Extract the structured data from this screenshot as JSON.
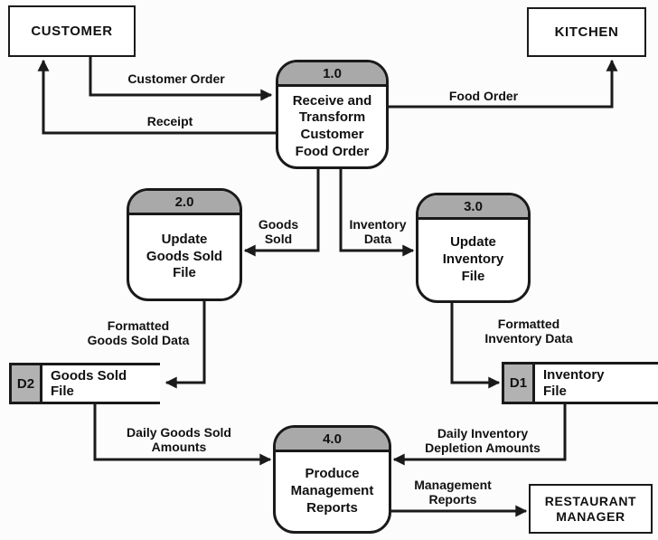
{
  "colors": {
    "line": "#1a1a1a",
    "process_header_gray": "#a9a9a9",
    "store_tag_gray": "#b2b2b2",
    "box_fill": "#ffffff",
    "background": "#fcfcfc"
  },
  "entities": [
    {
      "id": "customer",
      "label": "CUSTOMER"
    },
    {
      "id": "kitchen",
      "label": "KITCHEN"
    },
    {
      "id": "restaurant-manager",
      "label": [
        "RESTAURANT",
        "MANAGER"
      ]
    }
  ],
  "processes": [
    {
      "number": "1.0",
      "name": [
        "Receive and",
        "Transform",
        "Customer",
        "Food Order"
      ]
    },
    {
      "number": "2.0",
      "name": [
        "Update",
        "Goods Sold",
        "File"
      ]
    },
    {
      "number": "3.0",
      "name": [
        "Update",
        "Inventory",
        "File"
      ]
    },
    {
      "number": "4.0",
      "name": [
        "Produce",
        "Management",
        "Reports"
      ]
    }
  ],
  "data_stores": [
    {
      "id": "D2",
      "name": [
        "Goods Sold",
        "File"
      ]
    },
    {
      "id": "D1",
      "name": [
        "Inventory",
        "File"
      ]
    }
  ],
  "flows": [
    {
      "label": [
        "Customer Order"
      ],
      "from": "CUSTOMER",
      "to": "1.0"
    },
    {
      "label": [
        "Receipt"
      ],
      "from": "1.0",
      "to": "CUSTOMER"
    },
    {
      "label": [
        "Food Order"
      ],
      "from": "1.0",
      "to": "KITCHEN"
    },
    {
      "label": [
        "Goods",
        "Sold"
      ],
      "from": "1.0",
      "to": "2.0"
    },
    {
      "label": [
        "Inventory",
        "Data"
      ],
      "from": "1.0",
      "to": "3.0"
    },
    {
      "label": [
        "Formatted",
        "Goods Sold Data"
      ],
      "from": "2.0",
      "to": "D2"
    },
    {
      "label": [
        "Formatted",
        "Inventory Data"
      ],
      "from": "3.0",
      "to": "D1"
    },
    {
      "label": [
        "Daily Goods Sold",
        "Amounts"
      ],
      "from": "D2",
      "to": "4.0"
    },
    {
      "label": [
        "Daily Inventory",
        "Depletion Amounts"
      ],
      "from": "D1",
      "to": "4.0"
    },
    {
      "label": [
        "Management",
        "Reports"
      ],
      "from": "4.0",
      "to": "RESTAURANT MANAGER"
    }
  ]
}
